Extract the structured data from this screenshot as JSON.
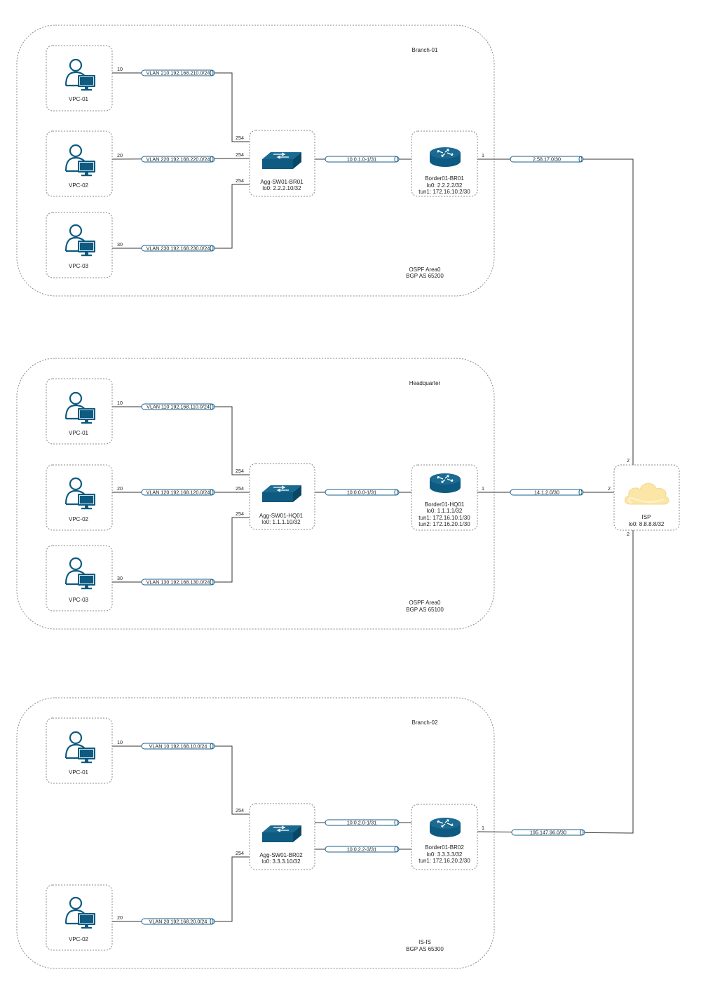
{
  "regions": [
    {
      "id": "branch01",
      "name": "Branch-01",
      "protocol": "OSPF Area0",
      "bgp": "BGP AS 65200"
    },
    {
      "id": "hq",
      "name": "Headquarter",
      "protocol": "OSPF Area0",
      "bgp": "BGP AS 65100"
    },
    {
      "id": "branch02",
      "name": "Branch-02",
      "protocol": "IS-IS",
      "bgp": "BGP AS 65300"
    }
  ],
  "nodes": {
    "b1_vpc1": {
      "label": "VPC-01",
      "icon": "user-computer-icon"
    },
    "b1_vpc2": {
      "label": "VPC-02",
      "icon": "user-computer-icon"
    },
    "b1_vpc3": {
      "label": "VPC-03",
      "icon": "user-computer-icon"
    },
    "b1_sw": {
      "label": "Agg-SW01-BR01",
      "lines": [
        "lo0: 2.2.2.10/32"
      ],
      "icon": "switch-icon"
    },
    "b1_rt": {
      "label": "Border01-BR01",
      "lines": [
        "lo0: 2.2.2.2/32",
        "tun1: 172.16.10.2/30"
      ],
      "icon": "router-icon"
    },
    "hq_vpc1": {
      "label": "VPC-01",
      "icon": "user-computer-icon"
    },
    "hq_vpc2": {
      "label": "VPC-02",
      "icon": "user-computer-icon"
    },
    "hq_vpc3": {
      "label": "VPC-03",
      "icon": "user-computer-icon"
    },
    "hq_sw": {
      "label": "Agg-SW01-HQ01",
      "lines": [
        "lo0: 1.1.1.10/32"
      ],
      "icon": "switch-icon"
    },
    "hq_rt": {
      "label": "Border01-HQ01",
      "lines": [
        "lo0: 1.1.1.1/32",
        "tun1: 172.16.10.1/30",
        "tun2: 172.16.20.1/30"
      ],
      "icon": "router-icon"
    },
    "b2_vpc1": {
      "label": "VPC-01",
      "icon": "user-computer-icon"
    },
    "b2_vpc2": {
      "label": "VPC-02",
      "icon": "user-computer-icon"
    },
    "b2_sw": {
      "label": "Agg-SW01-BR02",
      "lines": [
        "lo0: 3.3.3.10/32"
      ],
      "icon": "switch-icon"
    },
    "b2_rt": {
      "label": "Border01-BR02",
      "lines": [
        "lo0: 3.3.3.3/32",
        "tun1: 172.16.20.2/30"
      ],
      "icon": "router-icon"
    },
    "isp": {
      "label": "ISP",
      "lines": [
        "lo0: 8.8.8.8/32"
      ],
      "icon": "cloud-icon"
    }
  },
  "links": [
    {
      "id": "b1_l1",
      "label": "VLAN 210 192.168.210.0/24",
      "port_a": "10",
      "port_b": "254"
    },
    {
      "id": "b1_l2",
      "label": "VLAN 220 192.168.220.0/24",
      "port_a": "20",
      "port_b": "254"
    },
    {
      "id": "b1_l3",
      "label": "VLAN 230 192.168.230.0/24",
      "port_a": "30",
      "port_b": "254"
    },
    {
      "id": "b1_l4",
      "label": "10.0.1.0-1/31"
    },
    {
      "id": "b1_l5",
      "label": "2.58.17.0/30",
      "port_a": "1",
      "port_b": "2"
    },
    {
      "id": "hq_l1",
      "label": "VLAN 110 192.168.110.0/24",
      "port_a": "10",
      "port_b": "254"
    },
    {
      "id": "hq_l2",
      "label": "VLAN 120 192.168.120.0/24",
      "port_a": "20",
      "port_b": "254"
    },
    {
      "id": "hq_l3",
      "label": "VLAN 130 192.168.130.0/24",
      "port_a": "30",
      "port_b": "254"
    },
    {
      "id": "hq_l4",
      "label": "10.0.0.0-1/31"
    },
    {
      "id": "hq_l5",
      "label": "14.1.2.0/30",
      "port_a": "1",
      "port_b": "2"
    },
    {
      "id": "b2_l1",
      "label": "VLAN 10 192.168.10.0/24",
      "port_a": "10",
      "port_b": "254"
    },
    {
      "id": "b2_l2",
      "label": "VLAN 20 192.168.20.0/24",
      "port_a": "20",
      "port_b": "254"
    },
    {
      "id": "b2_l3",
      "label": "10.0.2.0-1/31"
    },
    {
      "id": "b2_l4",
      "label": "10.0.2.2-3/31"
    },
    {
      "id": "b2_l5",
      "label": "195.147.96.0/30",
      "port_a": "1",
      "port_b": "2"
    }
  ],
  "colors": {
    "icon": "#0e5a80",
    "cloud": "#fbe6a8",
    "line": "#333333",
    "pipe": "#1a5f8a"
  }
}
